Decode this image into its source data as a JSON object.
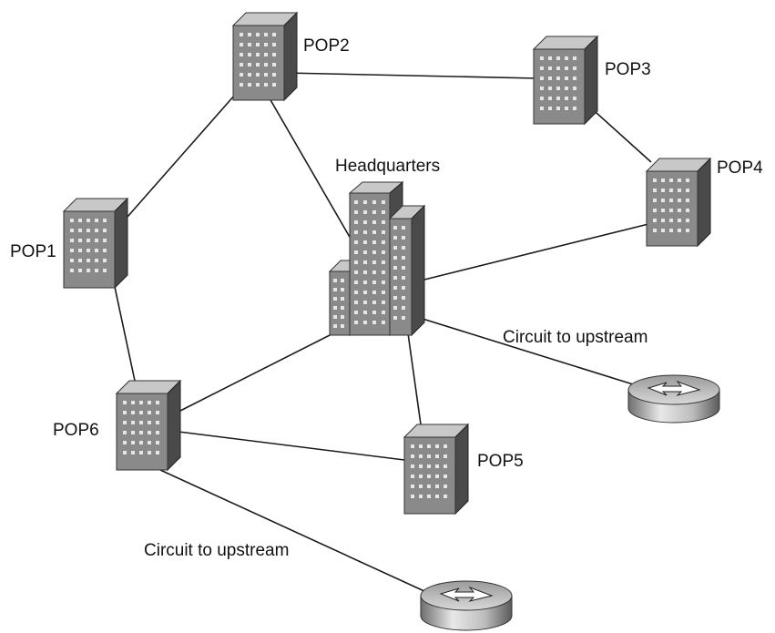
{
  "nodes": {
    "pop1": {
      "label": "POP1"
    },
    "pop2": {
      "label": "POP2"
    },
    "pop3": {
      "label": "POP3"
    },
    "pop4": {
      "label": "POP4"
    },
    "pop5": {
      "label": "POP5"
    },
    "pop6": {
      "label": "POP6"
    },
    "headquarters": {
      "label": "Headquarters"
    }
  },
  "upstream_labels": {
    "hq": "Circuit to upstream",
    "pop6": "Circuit to upstream"
  },
  "links": [
    [
      "pop1",
      "pop2"
    ],
    [
      "pop2",
      "pop3"
    ],
    [
      "pop3",
      "pop4"
    ],
    [
      "pop2",
      "headquarters"
    ],
    [
      "pop4",
      "headquarters"
    ],
    [
      "pop1",
      "pop6"
    ],
    [
      "pop6",
      "headquarters"
    ],
    [
      "pop6",
      "pop5"
    ],
    [
      "headquarters",
      "pop5"
    ],
    [
      "headquarters",
      "router-hq"
    ],
    [
      "pop6",
      "router-pop6"
    ]
  ]
}
